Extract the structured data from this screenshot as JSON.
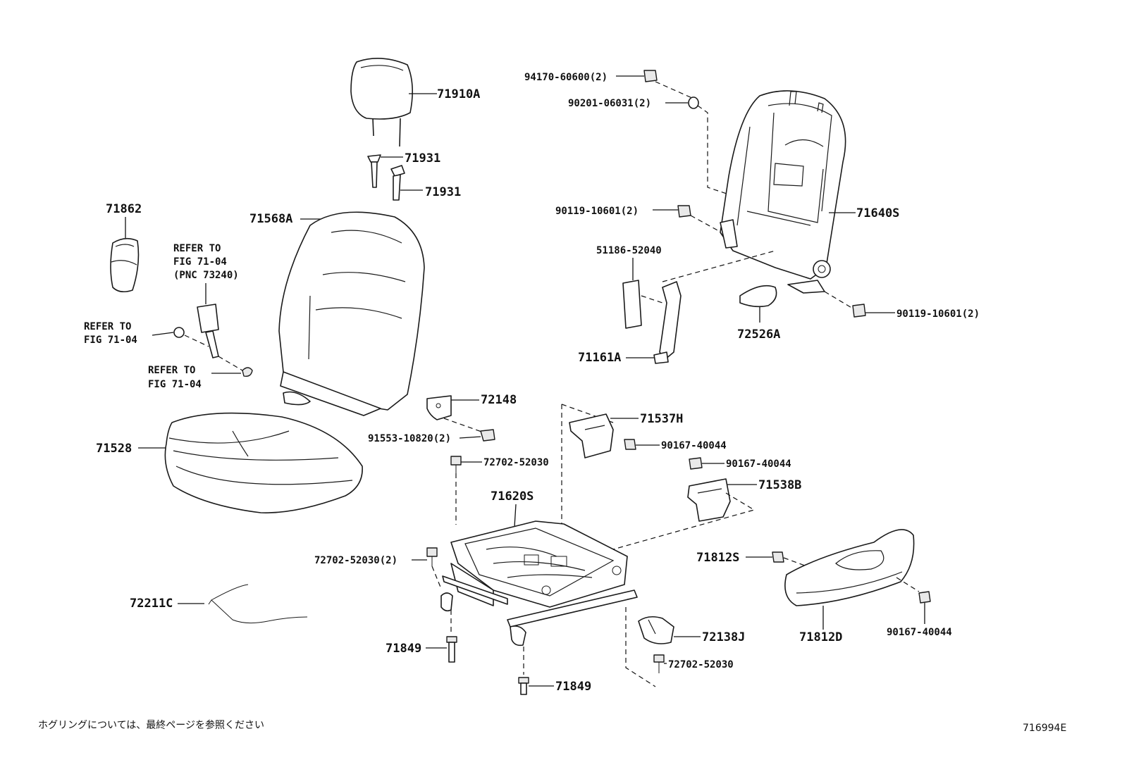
{
  "diagram": {
    "labels": {
      "p71910A": "71910A",
      "p71931a": "71931",
      "p71931b": "71931",
      "p71862": "71862",
      "p71568A": "71568A",
      "p71528": "71528",
      "p72211C": "72211C",
      "p72148": "72148",
      "p91553": "91553-10820(2)",
      "p72702a": "72702-52030",
      "p72702b": "72702-52030(2)",
      "p72702c": "72702-52030",
      "p71620S": "71620S",
      "p71849a": "71849",
      "p71849b": "71849",
      "p72138J": "72138J",
      "p71537H": "71537H",
      "p90167a": "90167-40044",
      "p90167b": "90167-40044",
      "p90167c": "90167-40044",
      "p71538B": "71538B",
      "p71812S": "71812S",
      "p71812D": "71812D",
      "p94170": "94170-60600(2)",
      "p90201": "90201-06031(2)",
      "p90119a": "90119-10601(2)",
      "p90119b": "90119-10601(2)",
      "p71640S": "71640S",
      "p51186": "51186-52040",
      "p72526A": "72526A",
      "p71161A": "71161A"
    },
    "refs": {
      "ref1_line1": "REFER TO",
      "ref1_line2": "FIG 71-04",
      "ref1_line3": "(PNC 73240)",
      "ref2_line1": "REFER TO",
      "ref2_line2": "FIG 71-04",
      "ref3_line1": "REFER TO",
      "ref3_line2": "FIG 71-04"
    },
    "footer": {
      "note": "ホグリングについては、最終ページを参照ください",
      "figure_id": "716994E"
    }
  }
}
